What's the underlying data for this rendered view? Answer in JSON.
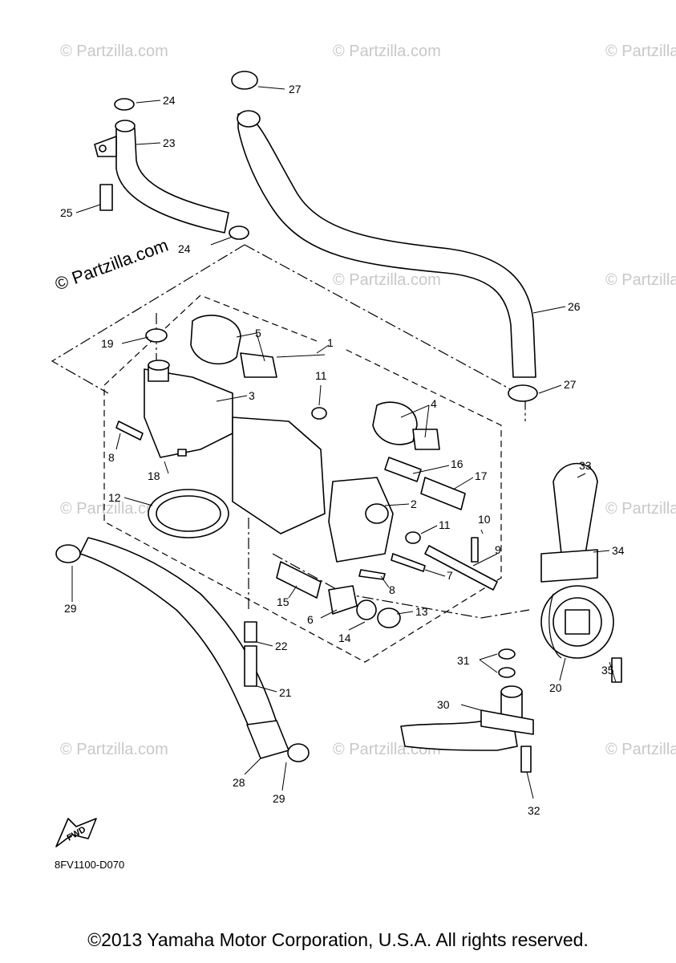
{
  "watermarks": {
    "text": "© Partzilla.com",
    "main": "© Partzilla.com"
  },
  "diagram_code": "8FV1100-D070",
  "fwd_label": "FWD",
  "copyright": "©2013 Yamaha Motor Corporation, U.S.A. All rights reserved.",
  "callouts": {
    "c1": "1",
    "c2": "2",
    "c3": "3",
    "c4": "4",
    "c5": "5",
    "c6": "6",
    "c7": "7",
    "c8a": "8",
    "c8b": "8",
    "c9": "9",
    "c10": "10",
    "c11a": "11",
    "c11b": "11",
    "c12": "12",
    "c13": "13",
    "c14": "14",
    "c15": "15",
    "c16": "16",
    "c17": "17",
    "c18": "18",
    "c19": "19",
    "c20": "20",
    "c21": "21",
    "c22": "22",
    "c23": "23",
    "c24a": "24",
    "c24b": "24",
    "c25": "25",
    "c26": "26",
    "c27a": "27",
    "c27b": "27",
    "c28": "28",
    "c29a": "29",
    "c29b": "29",
    "c30": "30",
    "c31": "31",
    "c32": "32",
    "c33": "33",
    "c34": "34",
    "c35": "35"
  }
}
